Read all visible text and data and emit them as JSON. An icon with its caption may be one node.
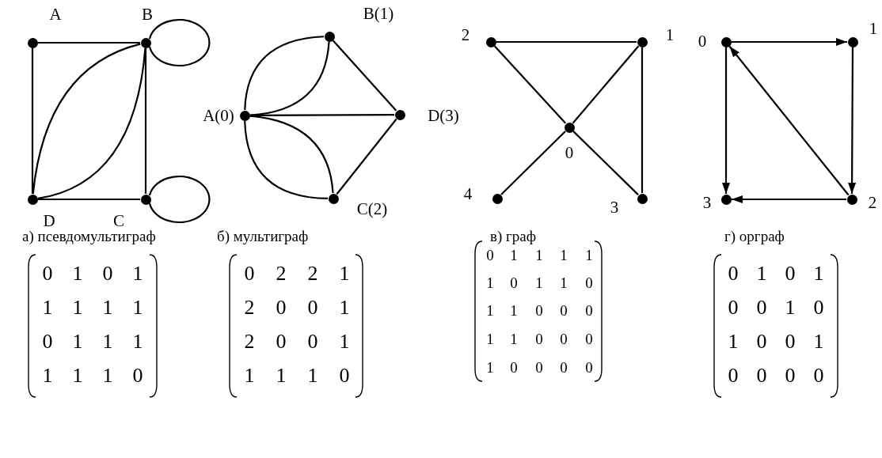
{
  "diagram": {
    "nodes": [
      {
        "text": [],
        "shape": "circle",
        "beside": [
          "A"
        ]
      },
      {
        "text": [],
        "shape": "circle",
        "beside": [
          "B"
        ]
      },
      {
        "text": [],
        "shape": "circle",
        "beside": [
          "D"
        ]
      },
      {
        "text": [],
        "shape": "circle",
        "beside": [
          "C"
        ]
      },
      {
        "text": [],
        "shape": "circle",
        "beside": [
          "A(0)"
        ]
      },
      {
        "text": [],
        "shape": "circle",
        "beside": [
          "B(1)"
        ]
      },
      {
        "text": [],
        "shape": "circle",
        "beside": [
          "D(3)"
        ]
      },
      {
        "text": [],
        "shape": "circle",
        "beside": [
          "C(2)"
        ]
      },
      {
        "text": [],
        "shape": "circle",
        "beside": [
          "2"
        ]
      },
      {
        "text": [],
        "shape": "circle",
        "beside": [
          "1"
        ]
      },
      {
        "text": [],
        "shape": "circle",
        "beside": [
          "0"
        ]
      },
      {
        "text": [],
        "shape": "circle",
        "beside": [
          "4"
        ]
      },
      {
        "text": [],
        "shape": "circle",
        "beside": [
          "3"
        ]
      },
      {
        "text": [],
        "shape": "circle",
        "beside": [
          "0"
        ]
      },
      {
        "text": [],
        "shape": "circle",
        "beside": [
          "1"
        ]
      },
      {
        "text": [],
        "shape": "circle",
        "beside": [
          "3"
        ]
      },
      {
        "text": [],
        "shape": "circle",
        "beside": [
          "2"
        ]
      }
    ],
    "edges": [
      {
        "from": 0,
        "to": 1,
        "arrow": "none"
      },
      {
        "from": 0,
        "to": 2,
        "arrow": "none"
      },
      {
        "from": 1,
        "to": 3,
        "arrow": "none"
      },
      {
        "from": 2,
        "to": 3,
        "arrow": "none"
      },
      {
        "from": 2,
        "to": 1,
        "arrow": "none"
      },
      {
        "from": 2,
        "to": 1,
        "arrow": "none"
      },
      {
        "from": 1,
        "to": 1,
        "arrow": "none"
      },
      {
        "from": 3,
        "to": 3,
        "arrow": "none"
      },
      {
        "from": 4,
        "to": 5,
        "arrow": "none"
      },
      {
        "from": 4,
        "to": 5,
        "arrow": "none"
      },
      {
        "from": 4,
        "to": 6,
        "arrow": "none"
      },
      {
        "from": 4,
        "to": 7,
        "arrow": "none"
      },
      {
        "from": 4,
        "to": 7,
        "arrow": "none"
      },
      {
        "from": 5,
        "to": 6,
        "arrow": "none"
      },
      {
        "from": 6,
        "to": 7,
        "arrow": "none"
      },
      {
        "from": 8,
        "to": 9,
        "arrow": "none"
      },
      {
        "from": 8,
        "to": 10,
        "arrow": "none"
      },
      {
        "from": 10,
        "to": 9,
        "arrow": "none"
      },
      {
        "from": 9,
        "to": 12,
        "arrow": "none"
      },
      {
        "from": 10,
        "to": 11,
        "arrow": "none"
      },
      {
        "from": 10,
        "to": 12,
        "arrow": "none"
      },
      {
        "from": 13,
        "to": 14,
        "arrow": "to"
      },
      {
        "from": 14,
        "to": 16,
        "arrow": "to"
      },
      {
        "from": 16,
        "to": 13,
        "arrow": "to"
      },
      {
        "from": 13,
        "to": 15,
        "arrow": "to"
      },
      {
        "from": 16,
        "to": 15,
        "arrow": "to"
      }
    ],
    "labels": [
      "а) псевдомультиграф",
      "б) мультиграф",
      "в) граф",
      "г) орграф",
      "0",
      "1",
      "0",
      "1",
      "1",
      "1",
      "1",
      "1",
      "0",
      "1",
      "1",
      "1",
      "1",
      "1",
      "1",
      "0",
      "0",
      "2",
      "2",
      "1",
      "2",
      "0",
      "0",
      "1",
      "2",
      "0",
      "0",
      "1",
      "1",
      "1",
      "1",
      "0",
      "0",
      "1",
      "1",
      "1",
      "1",
      "1",
      "0",
      "1",
      "1",
      "0",
      "1",
      "1",
      "0",
      "0",
      "0",
      "1",
      "1",
      "0",
      "0",
      "0",
      "1",
      "0",
      "0",
      "0",
      "0",
      "0",
      "1",
      "0",
      "1",
      "0",
      "0",
      "1",
      "0",
      "1",
      "0",
      "0",
      "1",
      "0",
      "0",
      "0",
      "0"
    ]
  }
}
